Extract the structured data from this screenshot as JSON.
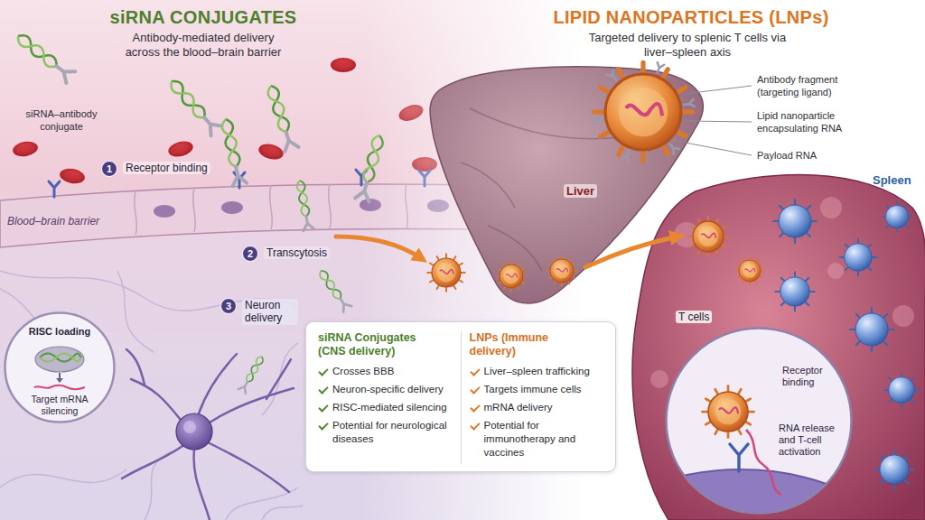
{
  "diagram": {
    "nodes": [
      {
        "text": [
          "1",
          "Receptor binding"
        ]
      },
      {
        "text": [
          "2",
          "Transcytosis"
        ]
      },
      {
        "text": [
          "3",
          "Neuron delivery"
        ]
      },
      {
        "text": [
          "RISC loading",
          "Target mRNA silencing"
        ]
      },
      {
        "text": [
          "siRNA Conjugates (CNS delivery)",
          "Crosses BBB",
          "Neuron-specific delivery",
          "RISC-mediated silencing",
          "Potential for neurological diseases",
          "LNPs (Immune delivery)",
          "Liver–spleen trafficking",
          "Targets immune cells",
          "mRNA delivery",
          "Potential for immunotherapy and vaccines"
        ]
      },
      {
        "text": [
          "Receptor binding",
          "RNA release and T-cell activation"
        ]
      }
    ],
    "labels": [
      "siRNA CONJUGATES",
      "Antibody-mediated delivery across the blood–brain barrier",
      "siRNA–antibody conjugate",
      "Blood–brain barrier",
      "LIPID NANOPARTICLES (LNPs)",
      "Targeted delivery to splenic T cells via liver–spleen axis",
      "Antibody fragment (targeting ligand)",
      "Lipid nanoparticle encapsulating RNA",
      "Payload RNA",
      "Liver",
      "Spleen",
      "T cells"
    ]
  }
}
